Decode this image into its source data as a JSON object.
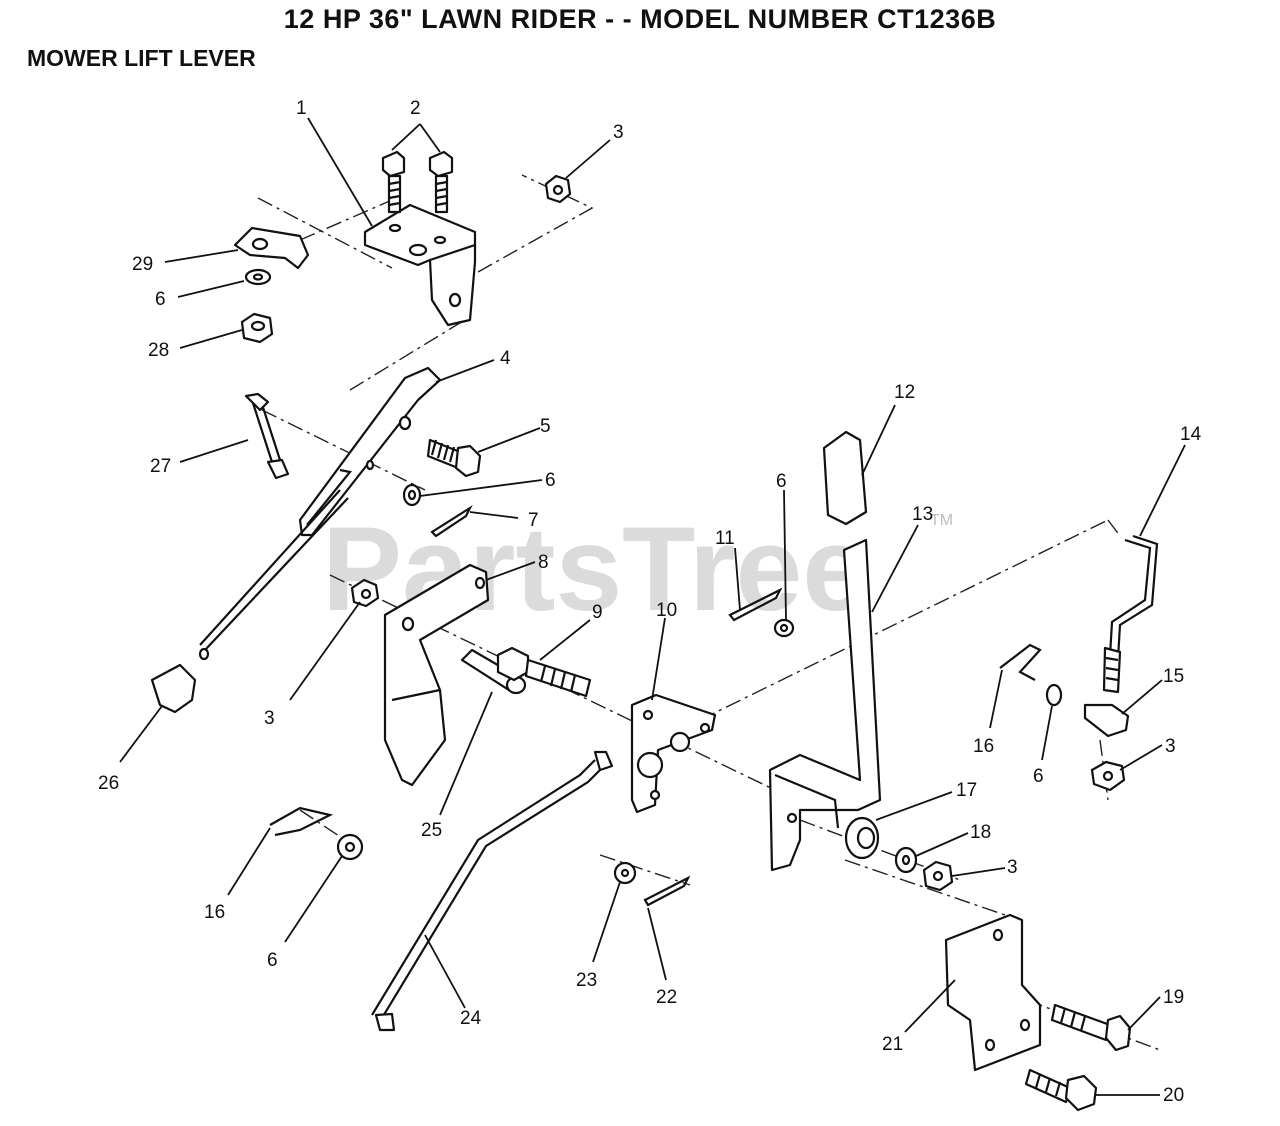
{
  "header": {
    "title": "12 HP 36\" LAWN RIDER - - MODEL NUMBER CT1236B",
    "section": "MOWER LIFT LEVER"
  },
  "watermark": {
    "brand": "PartsTree",
    "tm": "TM"
  },
  "callouts": [
    {
      "id": "c1",
      "label": "1"
    },
    {
      "id": "c2",
      "label": "2"
    },
    {
      "id": "c3a",
      "label": "3"
    },
    {
      "id": "c29",
      "label": "29"
    },
    {
      "id": "c6a",
      "label": "6"
    },
    {
      "id": "c28",
      "label": "28"
    },
    {
      "id": "c4",
      "label": "4"
    },
    {
      "id": "c5",
      "label": "5"
    },
    {
      "id": "c6b",
      "label": "6"
    },
    {
      "id": "c7",
      "label": "7"
    },
    {
      "id": "c27",
      "label": "27"
    },
    {
      "id": "c12",
      "label": "12"
    },
    {
      "id": "c14",
      "label": "14"
    },
    {
      "id": "c6c",
      "label": "6"
    },
    {
      "id": "c13",
      "label": "13"
    },
    {
      "id": "c11",
      "label": "11"
    },
    {
      "id": "c8",
      "label": "8"
    },
    {
      "id": "c9",
      "label": "9"
    },
    {
      "id": "c10",
      "label": "10"
    },
    {
      "id": "c15",
      "label": "15"
    },
    {
      "id": "c3b",
      "label": "3"
    },
    {
      "id": "c16a",
      "label": "16"
    },
    {
      "id": "c6d",
      "label": "6"
    },
    {
      "id": "c3c",
      "label": "3"
    },
    {
      "id": "c26",
      "label": "26"
    },
    {
      "id": "c25",
      "label": "25"
    },
    {
      "id": "c17",
      "label": "17"
    },
    {
      "id": "c18",
      "label": "18"
    },
    {
      "id": "c3d",
      "label": "3"
    },
    {
      "id": "c16b",
      "label": "16"
    },
    {
      "id": "c6e",
      "label": "6"
    },
    {
      "id": "c23",
      "label": "23"
    },
    {
      "id": "c22",
      "label": "22"
    },
    {
      "id": "c24",
      "label": "24"
    },
    {
      "id": "c19",
      "label": "19"
    },
    {
      "id": "c21",
      "label": "21"
    },
    {
      "id": "c20",
      "label": "20"
    }
  ]
}
